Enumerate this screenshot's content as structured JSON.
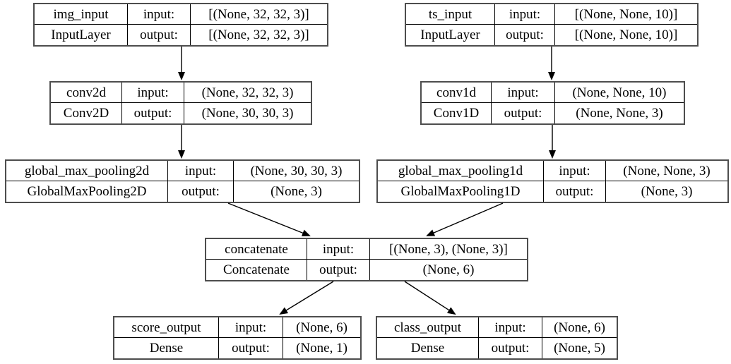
{
  "diagram_type": "keras-model-graph",
  "colors": {
    "background": "#ffffff",
    "node_border": "#4d4d4d",
    "cell_divider": "#000000",
    "text": "#000000",
    "edge": "#000000"
  },
  "labels": {
    "input": "input:",
    "output": "output:"
  },
  "nodes": {
    "img_input": {
      "layer_name": "img_input",
      "layer_type": "InputLayer",
      "input_shape": "[(None, 32, 32, 3)]",
      "output_shape": "[(None, 32, 32, 3)]"
    },
    "ts_input": {
      "layer_name": "ts_input",
      "layer_type": "InputLayer",
      "input_shape": "[(None, None, 10)]",
      "output_shape": "[(None, None, 10)]"
    },
    "conv2d": {
      "layer_name": "conv2d",
      "layer_type": "Conv2D",
      "input_shape": "(None, 32, 32, 3)",
      "output_shape": "(None, 30, 30, 3)"
    },
    "conv1d": {
      "layer_name": "conv1d",
      "layer_type": "Conv1D",
      "input_shape": "(None, None, 10)",
      "output_shape": "(None, None, 3)"
    },
    "global_max_pooling2d": {
      "layer_name": "global_max_pooling2d",
      "layer_type": "GlobalMaxPooling2D",
      "input_shape": "(None, 30, 30, 3)",
      "output_shape": "(None, 3)"
    },
    "global_max_pooling1d": {
      "layer_name": "global_max_pooling1d",
      "layer_type": "GlobalMaxPooling1D",
      "input_shape": "(None, None, 3)",
      "output_shape": "(None, 3)"
    },
    "concatenate": {
      "layer_name": "concatenate",
      "layer_type": "Concatenate",
      "input_shape": "[(None, 3), (None, 3)]",
      "output_shape": "(None, 6)"
    },
    "score_output": {
      "layer_name": "score_output",
      "layer_type": "Dense",
      "input_shape": "(None, 6)",
      "output_shape": "(None, 1)"
    },
    "class_output": {
      "layer_name": "class_output",
      "layer_type": "Dense",
      "input_shape": "(None, 6)",
      "output_shape": "(None, 5)"
    }
  },
  "edges": [
    {
      "from": "img_input",
      "to": "conv2d"
    },
    {
      "from": "ts_input",
      "to": "conv1d"
    },
    {
      "from": "conv2d",
      "to": "global_max_pooling2d"
    },
    {
      "from": "conv1d",
      "to": "global_max_pooling1d"
    },
    {
      "from": "global_max_pooling2d",
      "to": "concatenate"
    },
    {
      "from": "global_max_pooling1d",
      "to": "concatenate"
    },
    {
      "from": "concatenate",
      "to": "score_output"
    },
    {
      "from": "concatenate",
      "to": "class_output"
    }
  ]
}
